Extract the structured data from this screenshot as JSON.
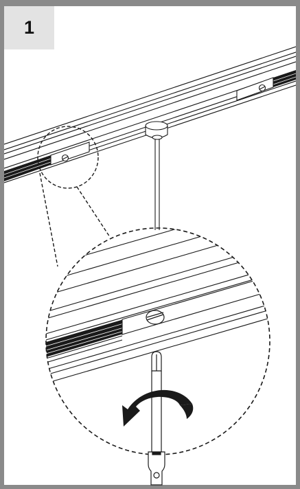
{
  "step": {
    "number": "1"
  },
  "figure": {
    "icons": [
      "track-rail",
      "rail-mount-screw",
      "ceiling-canopy",
      "suspension-rod",
      "magnified-detail-circle",
      "flathead-screwdriver",
      "counterclockwise-arrow"
    ],
    "colors": {
      "frame": "#8a8a8a",
      "badge": "#e3e3e3",
      "line": "#1a1a1a",
      "arrow": "#1a1a1a"
    }
  }
}
